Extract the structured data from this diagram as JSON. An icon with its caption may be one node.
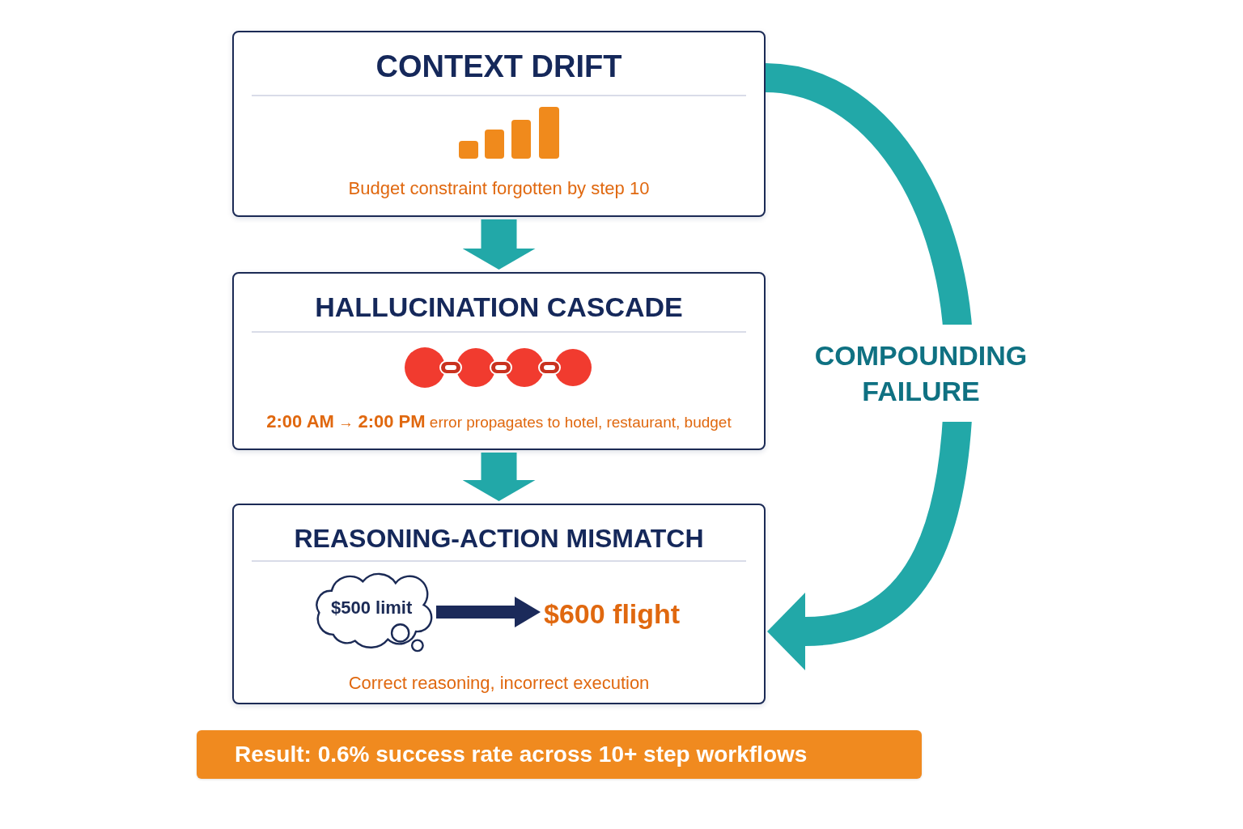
{
  "diagram": {
    "nodes": [
      {
        "text": [
          "CONTEXT DRIFT",
          "Budget constraint forgotten by step 10"
        ]
      },
      {
        "text": [
          "HALLUCINATION CASCADE",
          "**2:00 AM** → **2:00 PM** error propagates to hotel, restaurant, budget"
        ]
      },
      {
        "text": [
          "REASONING-ACTION MISMATCH",
          "Correct reasoning, incorrect execution"
        ]
      },
      {
        "text": [
          "$500 limit"
        ],
        "in": 2
      },
      {
        "text": [
          "$600 flight"
        ],
        "in": 2
      },
      {
        "text": [
          "Result: 0.6% success rate across 10+ step workflows"
        ]
      }
    ],
    "edges": [
      {
        "from": 0,
        "to": 1,
        "arrow": "to"
      },
      {
        "from": 1,
        "to": 2,
        "arrow": "to"
      },
      {
        "from": 0,
        "to": 2,
        "arrow": "to",
        "label": "COMPOUNDING FAILURE"
      },
      {
        "from": 3,
        "to": 4,
        "arrow": "to",
        "color": "#1b2a5a"
      }
    ]
  }
}
